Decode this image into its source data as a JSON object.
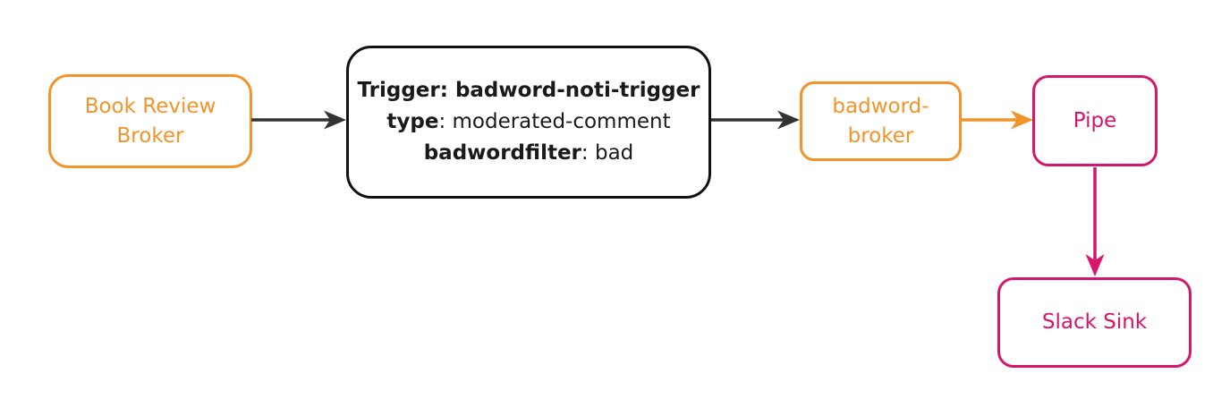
{
  "colors": {
    "orange": "#F1942A",
    "pink": "#D6156C",
    "ink": "#111111",
    "edge-dark": "#333333",
    "text-dark": "#1A1A1A",
    "background": "#FFFFFF"
  },
  "nodes": {
    "book_review_broker": {
      "label": "Book Review Broker"
    },
    "trigger": {
      "line1_bold": "Trigger: badword-noti-trigger",
      "line2_bold": "type",
      "line2_rest": ": moderated-comment",
      "line3_bold": "badwordfilter",
      "line3_rest": ": bad"
    },
    "badword_broker": {
      "label": "badword-broker"
    },
    "pipe": {
      "label": "Pipe"
    },
    "slack_sink": {
      "label": "Slack Sink"
    }
  },
  "edges": [
    {
      "from": "book_review_broker",
      "to": "trigger",
      "color": "dark"
    },
    {
      "from": "trigger",
      "to": "badword_broker",
      "color": "dark"
    },
    {
      "from": "badword_broker",
      "to": "pipe",
      "color": "orange"
    },
    {
      "from": "pipe",
      "to": "slack_sink",
      "color": "pink"
    }
  ]
}
